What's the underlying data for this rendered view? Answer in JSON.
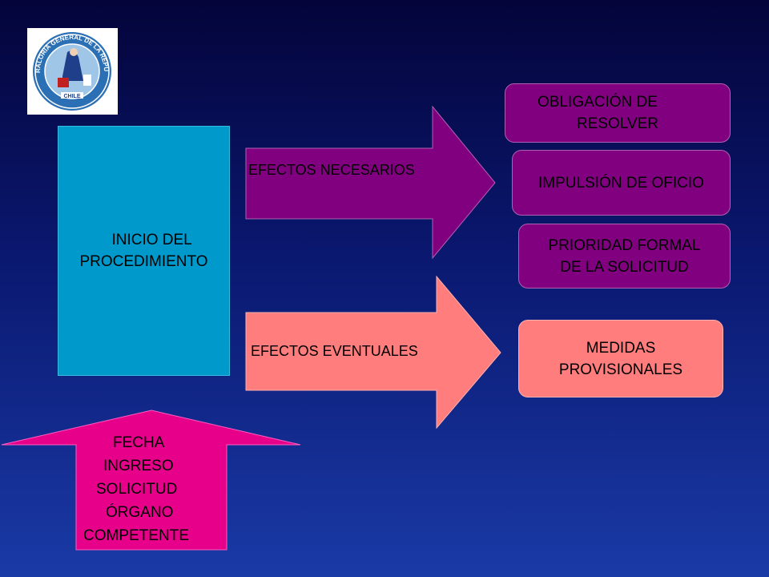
{
  "diagram": {
    "center_box": {
      "label_line1": "INICIO DEL",
      "label_line2": "PROCEDIMIENTO"
    },
    "arrows": [
      {
        "label": "EFECTOS NECESARIOS"
      },
      {
        "label": "EFECTOS EVENTUALES"
      }
    ],
    "necesarios_effects": [
      {
        "line1": "OBLIGACIÓN DE",
        "line2": "RESOLVER"
      },
      {
        "line1": "IMPULSIÓN DE OFICIO",
        "line2": ""
      },
      {
        "line1": "PRIORIDAD FORMAL",
        "line2": "DE LA SOLICITUD"
      }
    ],
    "eventuales_effects": [
      {
        "line1": "MEDIDAS",
        "line2": "PROVISIONALES"
      }
    ],
    "bottom_arrow": {
      "lines": [
        "FECHA",
        "INGRESO",
        "SOLICITUD",
        "ÓRGANO",
        "COMPETENTE"
      ]
    }
  },
  "logo": {
    "text": "CONTRALORIA GENERAL DE LA REPUBLICA",
    "country": "CHILE"
  },
  "colors": {
    "background_top": "#04043a",
    "background_bottom": "#1a3aa6",
    "center_box": "#0099cc",
    "purple": "#800080",
    "salmon": "#ff7d7d",
    "magenta": "#e6008a"
  }
}
